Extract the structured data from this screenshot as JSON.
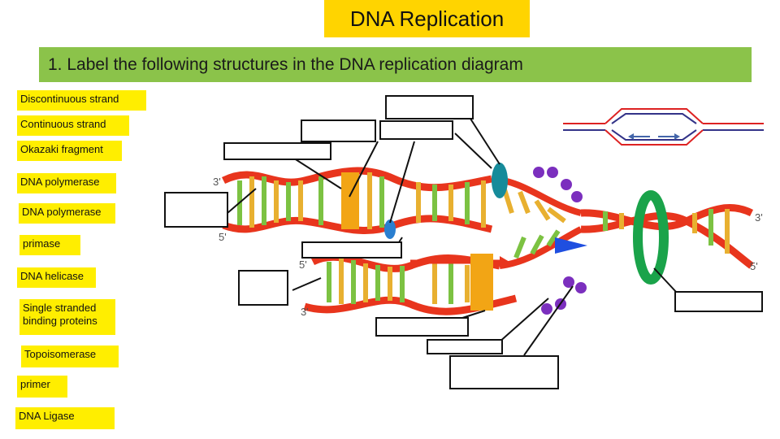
{
  "title": "DNA Replication",
  "instruction": "1. Label the following structures in the DNA replication diagram",
  "terms": [
    "Discontinuous strand",
    "Continuous strand",
    "Okazaki fragment",
    "DNA polymerase",
    "DNA polymerase",
    "primase",
    "DNA helicase",
    "Single stranded binding proteins",
    "Topoisomerase",
    "primer",
    "DNA Ligase"
  ],
  "strand_labels": {
    "top_left": "3'",
    "top_mid": "5'",
    "bottom_left_5": "5'",
    "bottom_left_3": "3'",
    "right_top": "3'",
    "right_bottom": "5'"
  },
  "colors": {
    "title_bg": "#ffd400",
    "instruction_bg": "#8bc34a",
    "term_bg": "#ffee00",
    "backbone": "#e8351d",
    "base_green": "#7cc242",
    "base_yellow": "#e8b030",
    "helicase": "#1aa34a",
    "ssb": "#7b2fbe",
    "primase": "#1f4fe0"
  }
}
